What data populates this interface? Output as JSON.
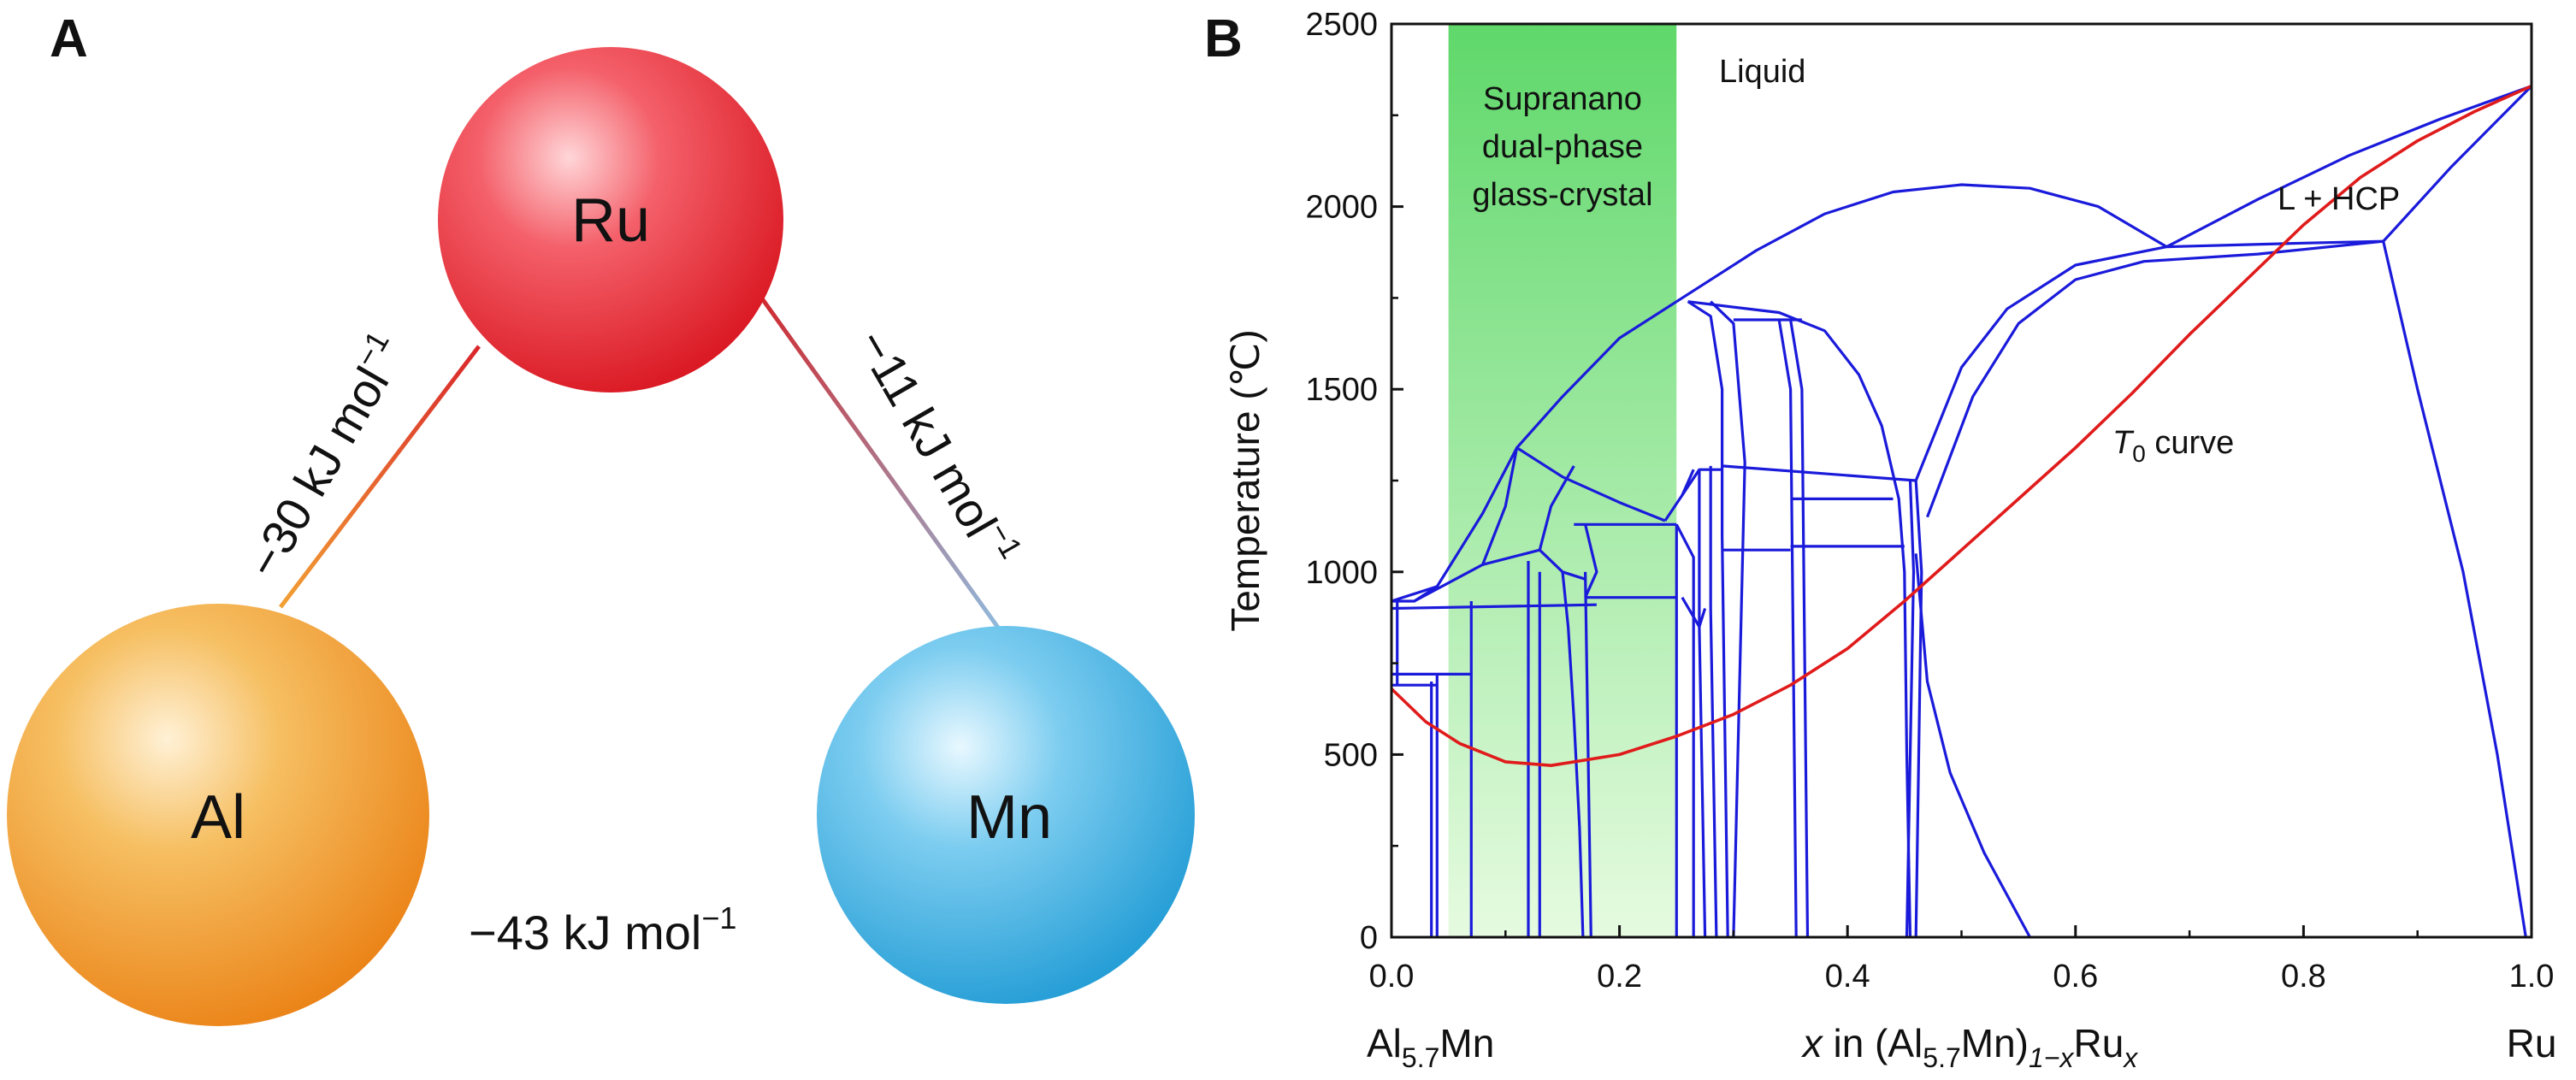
{
  "panels": {
    "a": "A",
    "b": "B"
  },
  "colors": {
    "ru": "#e8242e",
    "al": "#f19b2a",
    "mn": "#3aaee0",
    "phase_line": "#1a1adb",
    "t0_line": "#e01b1b",
    "green_band": "#5fd86a"
  },
  "atoms": [
    {
      "id": "ru",
      "label": "Ru"
    },
    {
      "id": "al",
      "label": "Al"
    },
    {
      "id": "mn",
      "label": "Mn"
    }
  ],
  "bonds": [
    {
      "id": "al-ru",
      "value": "−30 kJ mol",
      "exp": "−1"
    },
    {
      "id": "ru-mn",
      "value": "−11 kJ mol",
      "exp": "−1"
    },
    {
      "id": "al-mn",
      "value": "−43 kJ mol",
      "exp": "−1"
    }
  ],
  "chart_data": {
    "type": "line",
    "title": "",
    "ylabel": "Temperature (℃)",
    "xlabel": {
      "pre": "x",
      "mid": " in (Al",
      "sub1": "5.7",
      "mid2": "Mn)",
      "sub2": "1−x",
      "mid3": "Ru",
      "sub3": "x"
    },
    "x_end_labels": {
      "left_main": "Al",
      "left_sub": "5.7",
      "left_tail": "Mn",
      "right": "Ru"
    },
    "xlim": [
      0,
      1
    ],
    "ylim": [
      0,
      2500
    ],
    "xticks": [
      "0.0",
      "0.2",
      "0.4",
      "0.6",
      "0.8",
      "1.0"
    ],
    "yticks": [
      "0",
      "500",
      "1000",
      "1500",
      "2000",
      "2500"
    ],
    "grid": false,
    "annotations": {
      "liquid": "Liquid",
      "l_hcp": "L + HCP",
      "band_line1": "Supranano",
      "band_line2": "dual-phase",
      "band_line3": "glass-crystal",
      "t0_main": "T",
      "t0_sub": "0",
      "t0_tail": " curve"
    },
    "shaded_region": {
      "x": [
        0.05,
        0.25
      ],
      "y": [
        0,
        2500
      ]
    },
    "series": [
      {
        "name": "T0 curve",
        "color": "#e01b1b",
        "points": [
          [
            0,
            680
          ],
          [
            0.03,
            590
          ],
          [
            0.06,
            530
          ],
          [
            0.1,
            480
          ],
          [
            0.14,
            470
          ],
          [
            0.2,
            500
          ],
          [
            0.25,
            550
          ],
          [
            0.3,
            610
          ],
          [
            0.35,
            690
          ],
          [
            0.4,
            790
          ],
          [
            0.45,
            920
          ],
          [
            0.5,
            1060
          ],
          [
            0.55,
            1200
          ],
          [
            0.6,
            1340
          ],
          [
            0.65,
            1490
          ],
          [
            0.7,
            1650
          ],
          [
            0.75,
            1800
          ],
          [
            0.8,
            1950
          ],
          [
            0.85,
            2080
          ],
          [
            0.9,
            2180
          ],
          [
            0.95,
            2260
          ],
          [
            1.0,
            2330
          ]
        ]
      }
    ],
    "phase_boundaries": [
      [
        [
          0,
          920
        ],
        [
          0.04,
          960
        ],
        [
          0.08,
          1160
        ],
        [
          0.11,
          1340
        ],
        [
          0.15,
          1480
        ],
        [
          0.2,
          1640
        ],
        [
          0.25,
          1740
        ]
      ],
      [
        [
          0.25,
          1740
        ],
        [
          0.32,
          1880
        ],
        [
          0.38,
          1980
        ],
        [
          0.44,
          2040
        ],
        [
          0.5,
          2060
        ],
        [
          0.56,
          2050
        ],
        [
          0.62,
          2000
        ],
        [
          0.68,
          1890
        ]
      ],
      [
        [
          0.68,
          1890
        ],
        [
          0.76,
          2020
        ],
        [
          0.84,
          2140
        ],
        [
          0.92,
          2240
        ],
        [
          1.0,
          2330
        ]
      ],
      [
        [
          0.68,
          1890
        ],
        [
          0.8,
          1900
        ],
        [
          0.87,
          1905
        ]
      ],
      [
        [
          0.87,
          1905
        ],
        [
          0.93,
          2110
        ],
        [
          1.0,
          2330
        ]
      ],
      [
        [
          0.87,
          1905
        ],
        [
          0.9,
          1500
        ],
        [
          0.94,
          1000
        ],
        [
          0.97,
          500
        ],
        [
          0.995,
          0
        ]
      ],
      [
        [
          0.46,
          1250
        ],
        [
          0.5,
          1560
        ],
        [
          0.54,
          1720
        ],
        [
          0.6,
          1840
        ],
        [
          0.68,
          1890
        ]
      ],
      [
        [
          0.47,
          1150
        ],
        [
          0.51,
          1480
        ],
        [
          0.55,
          1680
        ],
        [
          0.6,
          1800
        ],
        [
          0.66,
          1850
        ],
        [
          0.76,
          1870
        ],
        [
          0.87,
          1905
        ]
      ],
      [
        [
          0.46,
          1050
        ],
        [
          0.47,
          700
        ],
        [
          0.49,
          450
        ],
        [
          0.52,
          230
        ],
        [
          0.56,
          0
        ]
      ],
      [
        [
          0.0,
          920
        ],
        [
          0.02,
          920
        ],
        [
          0.04,
          960
        ]
      ],
      [
        [
          0.0,
          900
        ],
        [
          0.18,
          910
        ]
      ],
      [
        [
          0.0,
          720
        ],
        [
          0.07,
          720
        ]
      ],
      [
        [
          0.0,
          690
        ],
        [
          0.04,
          690
        ]
      ],
      [
        [
          0.005,
          690
        ],
        [
          0.005,
          920
        ]
      ],
      [
        [
          0.04,
          720
        ],
        [
          0.04,
          0
        ]
      ],
      [
        [
          0.07,
          920
        ],
        [
          0.07,
          0
        ]
      ],
      [
        [
          0.035,
          700
        ],
        [
          0.035,
          0
        ]
      ],
      [
        [
          0.11,
          1340
        ],
        [
          0.1,
          1180
        ],
        [
          0.08,
          1020
        ],
        [
          0.02,
          920
        ]
      ],
      [
        [
          0.11,
          1340
        ],
        [
          0.15,
          1260
        ],
        [
          0.2,
          1190
        ],
        [
          0.24,
          1140
        ]
      ],
      [
        [
          0.08,
          1020
        ],
        [
          0.13,
          1060
        ]
      ],
      [
        [
          0.13,
          1060
        ],
        [
          0.14,
          1180
        ],
        [
          0.16,
          1290
        ]
      ],
      [
        [
          0.13,
          1060
        ],
        [
          0.15,
          1000
        ],
        [
          0.17,
          980
        ]
      ],
      [
        [
          0.12,
          1030
        ],
        [
          0.12,
          930
        ],
        [
          0.12,
          0
        ]
      ],
      [
        [
          0.13,
          1000
        ],
        [
          0.13,
          0
        ]
      ],
      [
        [
          0.15,
          1000
        ],
        [
          0.155,
          850
        ],
        [
          0.16,
          600
        ],
        [
          0.165,
          300
        ],
        [
          0.168,
          0
        ]
      ],
      [
        [
          0.17,
          1000
        ],
        [
          0.172,
          600
        ],
        [
          0.175,
          0
        ]
      ],
      [
        [
          0.17,
          930
        ],
        [
          0.25,
          930
        ]
      ],
      [
        [
          0.16,
          1130
        ],
        [
          0.25,
          1130
        ]
      ],
      [
        [
          0.17,
          1130
        ],
        [
          0.18,
          1000
        ],
        [
          0.17,
          930
        ]
      ],
      [
        [
          0.25,
          1130
        ],
        [
          0.25,
          0
        ]
      ],
      [
        [
          0.25,
          1130
        ],
        [
          0.265,
          1040
        ],
        [
          0.265,
          0
        ]
      ],
      [
        [
          0.24,
          1140
        ],
        [
          0.255,
          1210
        ],
        [
          0.265,
          1280
        ]
      ],
      [
        [
          0.255,
          1210
        ],
        [
          0.27,
          1280
        ],
        [
          0.29,
          1280
        ]
      ],
      [
        [
          0.27,
          1280
        ],
        [
          0.27,
          850
        ],
        [
          0.275,
          0
        ]
      ],
      [
        [
          0.28,
          1290
        ],
        [
          0.28,
          900
        ],
        [
          0.285,
          0
        ]
      ],
      [
        [
          0.255,
          930
        ],
        [
          0.27,
          850
        ],
        [
          0.275,
          900
        ]
      ],
      [
        [
          0.26,
          1740
        ],
        [
          0.28,
          1700
        ],
        [
          0.29,
          1500
        ],
        [
          0.29,
          1100
        ],
        [
          0.295,
          0
        ]
      ],
      [
        [
          0.28,
          1740
        ],
        [
          0.3,
          1680
        ],
        [
          0.31,
          1300
        ],
        [
          0.3,
          0
        ]
      ],
      [
        [
          0.26,
          1740
        ],
        [
          0.34,
          1710
        ],
        [
          0.38,
          1660
        ],
        [
          0.41,
          1540
        ],
        [
          0.43,
          1400
        ],
        [
          0.445,
          1200
        ],
        [
          0.45,
          1000
        ],
        [
          0.452,
          500
        ],
        [
          0.455,
          0
        ]
      ],
      [
        [
          0.3,
          1690
        ],
        [
          0.36,
          1690
        ]
      ],
      [
        [
          0.34,
          1690
        ],
        [
          0.35,
          1500
        ],
        [
          0.355,
          0
        ]
      ],
      [
        [
          0.35,
          1690
        ],
        [
          0.36,
          1500
        ],
        [
          0.365,
          0
        ]
      ],
      [
        [
          0.29,
          1290
        ],
        [
          0.46,
          1250
        ]
      ],
      [
        [
          0.35,
          1200
        ],
        [
          0.44,
          1200
        ]
      ],
      [
        [
          0.35,
          1070
        ],
        [
          0.45,
          1070
        ]
      ],
      [
        [
          0.29,
          1060
        ],
        [
          0.35,
          1060
        ]
      ],
      [
        [
          0.46,
          1250
        ],
        [
          0.465,
          1000
        ],
        [
          0.46,
          0
        ]
      ],
      [
        [
          0.455,
          1250
        ],
        [
          0.458,
          1000
        ],
        [
          0.452,
          0
        ]
      ]
    ]
  }
}
